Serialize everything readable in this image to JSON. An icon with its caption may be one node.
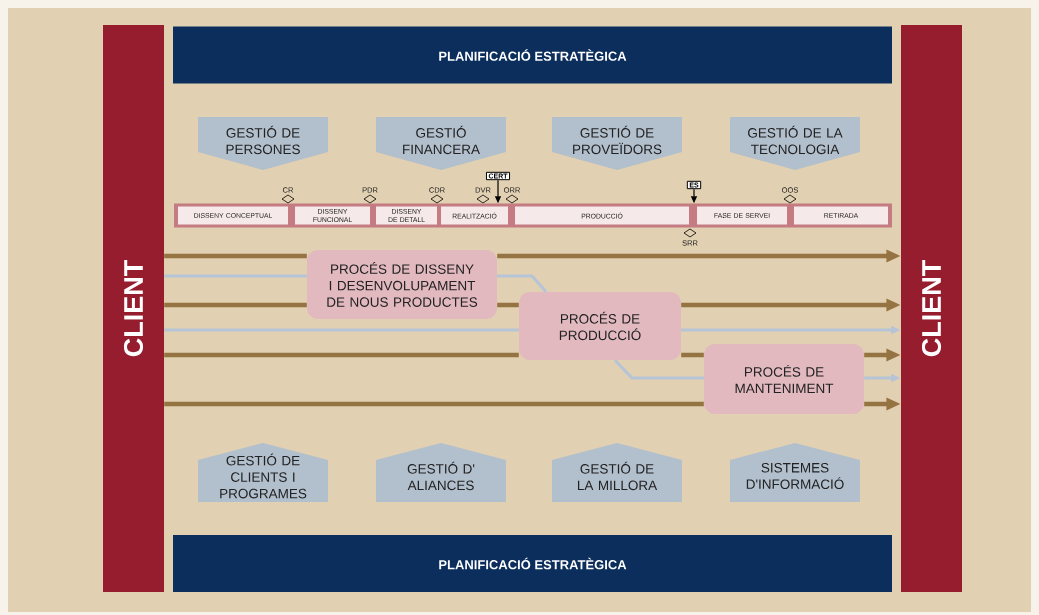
{
  "diagram": {
    "nodes": [
      {
        "text": [
          "CLIENT"
        ]
      },
      {
        "text": [
          "CLIENT"
        ]
      },
      {
        "text": [
          "PLANIFICACIÓ ESTRATÈGICA"
        ]
      },
      {
        "text": [
          "PLANIFICACIÓ ESTRATÈGICA"
        ]
      },
      {
        "text": [
          "GESTIÓ DE PERSONES"
        ]
      },
      {
        "text": [
          "GESTIÓ FINANCERA"
        ]
      },
      {
        "text": [
          "GESTIÓ DE PROVEÏDORS"
        ]
      },
      {
        "text": [
          "GESTIÓ DE LA TECNOLOGIA"
        ]
      },
      {
        "text": [
          "GESTIÓ DE CLIENTS I PROGRAMES"
        ]
      },
      {
        "text": [
          "GESTIÓ D' ALIANCES"
        ]
      },
      {
        "text": [
          "GESTIÓ DE LA MILLORA"
        ]
      },
      {
        "text": [
          "SISTEMES D'INFORMACIÓ"
        ]
      },
      {
        "text": [],
        "shape": "bar"
      },
      {
        "text": [
          "DISSENY CONCEPTUAL"
        ],
        "in": 12
      },
      {
        "text": [
          "DISSENY FUNCIONAL"
        ],
        "in": 12
      },
      {
        "text": [
          "DISSENY DE DETALL"
        ],
        "in": 12
      },
      {
        "text": [
          "REALITZACIÓ"
        ],
        "in": 12
      },
      {
        "text": [
          "PRODUCCIÓ"
        ],
        "in": 12
      },
      {
        "text": [
          "FASE DE SERVEI"
        ],
        "in": 12
      },
      {
        "text": [
          "RETIRADA"
        ],
        "in": 12
      },
      {
        "text": [
          "CERT"
        ]
      },
      {
        "text": [
          "ES"
        ]
      },
      {
        "text": [
          "PROCÉS DE DISSENY I DESENVOLUPAMENT DE NOUS PRODUCTES"
        ]
      },
      {
        "text": [
          "PROCÉS DE PRODUCCIÓ"
        ]
      },
      {
        "text": [
          "PROCÉS DE MANTENIMENT"
        ]
      }
    ],
    "edges": [
      {
        "from": 0,
        "to": 22,
        "arrow": "none",
        "color": "#957342"
      },
      {
        "from": 22,
        "to": 1,
        "arrow": "to",
        "color": "#957342"
      },
      {
        "from": 0,
        "to": 22,
        "arrow": "none",
        "color": "#b5c4d6"
      },
      {
        "from": 22,
        "to": 23,
        "arrow": "none",
        "color": "#b5c4d6"
      },
      {
        "from": 0,
        "to": 22,
        "arrow": "none",
        "color": "#957342"
      },
      {
        "from": 22,
        "to": 23,
        "arrow": "none",
        "color": "#957342"
      },
      {
        "from": 23,
        "to": 1,
        "arrow": "to",
        "color": "#957342"
      },
      {
        "from": 0,
        "to": 23,
        "arrow": "none",
        "color": "#b5c4d6"
      },
      {
        "from": 23,
        "to": 1,
        "arrow": "to",
        "color": "#b5c4d6"
      },
      {
        "from": 0,
        "to": 23,
        "arrow": "none",
        "color": "#957342"
      },
      {
        "from": 23,
        "to": 24,
        "arrow": "none",
        "color": "#957342"
      },
      {
        "from": 24,
        "to": 1,
        "arrow": "to",
        "color": "#957342"
      },
      {
        "from": 23,
        "to": 24,
        "arrow": "none",
        "color": "#b5c4d6"
      },
      {
        "from": 24,
        "to": 1,
        "arrow": "to",
        "color": "#b5c4d6"
      },
      {
        "from": 0,
        "to": 24,
        "arrow": "none",
        "color": "#957342"
      },
      {
        "from": 24,
        "to": 1,
        "arrow": "to",
        "color": "#957342"
      },
      {
        "from": 20,
        "to": 12,
        "arrow": "to",
        "color": "#000000"
      },
      {
        "from": 21,
        "to": 12,
        "arrow": "to",
        "color": "#000000"
      }
    ],
    "labels": [
      "CR",
      "PDR",
      "CDR",
      "DVR",
      "ORR",
      "OOS",
      "SRR"
    ]
  }
}
